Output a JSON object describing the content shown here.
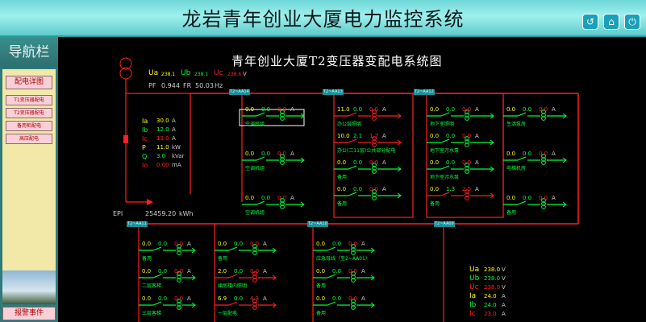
{
  "header": {
    "title": "龙岩青年创业大厦电力监控系统",
    "icons": [
      "refresh-icon",
      "home-icon",
      "logout-icon"
    ]
  },
  "sidebar": {
    "title": "导航栏",
    "items": [
      "配电详图",
      "T1变压器配电",
      "T2变压器配电",
      "备用柜配电",
      "高压配电"
    ],
    "alarm": "报警事件"
  },
  "diagram": {
    "title": "青年创业大厦T2变压器变配电系统图",
    "transformer": {
      "ua_label": "Ua",
      "ua": "238.1",
      "ub_label": "Ub",
      "ub": "238.1",
      "uc_label": "Uc",
      "uc": "238.6",
      "unit_v": "V",
      "pf_label": "PF",
      "pf": "0.944",
      "fr_label": "FR",
      "fr": "50.03",
      "unit_hz": "Hz"
    },
    "meters": [
      {
        "label": "Ia",
        "value": "30.0",
        "unit": "A"
      },
      {
        "label": "Ib",
        "value": "12.0",
        "unit": "A"
      },
      {
        "label": "Ic",
        "value": "13.0",
        "unit": "A"
      },
      {
        "label": "P",
        "value": "11.0",
        "unit": "kW"
      },
      {
        "label": "Q",
        "value": "3.0",
        "unit": "kVar"
      },
      {
        "label": "Io",
        "value": "0.00",
        "unit": "mA"
      }
    ],
    "epi_label": "EPI",
    "epi": "25459.20",
    "epi_unit": "kWh",
    "bus_tags": [
      "T2~AA14",
      "T2~AA13",
      "T2~AA12",
      "T2~AA11",
      "T2~AA10",
      "T2~AA09"
    ],
    "panels": [
      {
        "id": "aa14",
        "feeders": [
          {
            "name": "空调机组",
            "v1": "0.0",
            "v2": "0.0",
            "v3": "0.0",
            "unit": "A"
          },
          {
            "name": "空调机组",
            "v1": "0.0",
            "v2": "0.0",
            "v3": "0.0",
            "unit": "A"
          },
          {
            "name": "空调机组",
            "v1": "0.0",
            "v2": "0.0",
            "v3": "0.0",
            "unit": "A"
          }
        ]
      },
      {
        "id": "aa13",
        "feeders": [
          {
            "name": "办公层照明",
            "v1": "11.0",
            "v2": "0.0",
            "v3": "0.0",
            "unit": "A"
          },
          {
            "name": "办公(二11层)公共部分配电",
            "v1": "10.0",
            "v2": "2.1",
            "v3": "1.7",
            "unit": "A"
          },
          {
            "name": "备用",
            "v1": "0.0",
            "v2": "0.0",
            "v3": "0.0",
            "unit": "A"
          },
          {
            "name": "备用",
            "v1": "0.0",
            "v2": "0.0",
            "v3": "0.0",
            "unit": "A"
          }
        ]
      },
      {
        "id": "aa12",
        "feeders": [
          {
            "name": "地下室照明",
            "v1": "0.0",
            "v2": "0.0",
            "v3": "0.0",
            "unit": "A"
          },
          {
            "name": "地下室污水泵",
            "v1": "0.0",
            "v2": "0.0",
            "v3": "0.0",
            "unit": "A"
          },
          {
            "name": "地下室污水泵",
            "v1": "0.0",
            "v2": "0.0",
            "v3": "0.0",
            "unit": "A"
          },
          {
            "name": "备用",
            "v1": "0.0",
            "v2": "1.3",
            "v3": "2.5",
            "unit": "A"
          }
        ]
      },
      {
        "id": "aa12b",
        "feeders": [
          {
            "name": "生活泵房",
            "v1": "0.0",
            "v2": "0.0",
            "v3": "0.0",
            "unit": "A"
          },
          {
            "name": "电梯机房",
            "v1": "0.0",
            "v2": "0.0",
            "v3": "0.0",
            "unit": "A"
          },
          {
            "name": "备用",
            "v1": "0.0",
            "v2": "0.0",
            "v3": "0.0",
            "unit": "A"
          }
        ]
      },
      {
        "id": "aa11",
        "feeders": [
          {
            "name": "备用",
            "v1": "0.0",
            "v2": "0.0",
            "v3": "0.0",
            "unit": "A"
          },
          {
            "name": "二层客梯",
            "v1": "0.0",
            "v2": "0.0",
            "v3": "0.0",
            "unit": "A"
          },
          {
            "name": "三层客梯",
            "v1": "0.0",
            "v2": "0.0",
            "v3": "0.0",
            "unit": "A"
          }
        ]
      },
      {
        "id": "aa10",
        "feeders": [
          {
            "name": "备用",
            "v1": "0.0",
            "v2": "0.0",
            "v3": "0.0",
            "unit": "A"
          },
          {
            "name": "裙房楼内照明",
            "v1": "2.0",
            "v2": "0.0",
            "v3": "0.0",
            "unit": "A"
          },
          {
            "name": "一层配电",
            "v1": "6.9",
            "v2": "0.0",
            "v3": "4.3",
            "unit": "A"
          }
        ]
      },
      {
        "id": "aa09",
        "feeders": [
          {
            "name": "应急母线（至2~AA01）",
            "v1": "0.0",
            "v2": "0.0",
            "v3": "0.0",
            "unit": "A"
          },
          {
            "name": "备用",
            "v1": "0.0",
            "v2": "0.0",
            "v3": "0.0",
            "unit": "A"
          },
          {
            "name": "备用",
            "v1": "0.0",
            "v2": "0.0",
            "v3": "0.0",
            "unit": "A"
          }
        ]
      }
    ],
    "aa_meter": [
      {
        "label": "Ua",
        "value": "238.0",
        "unit": "V"
      },
      {
        "label": "Ub",
        "value": "238.0",
        "unit": "V"
      },
      {
        "label": "Uc",
        "value": "238.0",
        "unit": "V"
      },
      {
        "label": "Ia",
        "value": "24.0",
        "unit": "A"
      },
      {
        "label": "Ib",
        "value": "24.0",
        "unit": "A"
      },
      {
        "label": "Ic",
        "value": "23.0",
        "unit": "A"
      }
    ]
  },
  "colors": {
    "bus": "#ff2020",
    "live": "#00ff40",
    "header": "#8fe8e6",
    "panel": "#f2e8a7"
  }
}
